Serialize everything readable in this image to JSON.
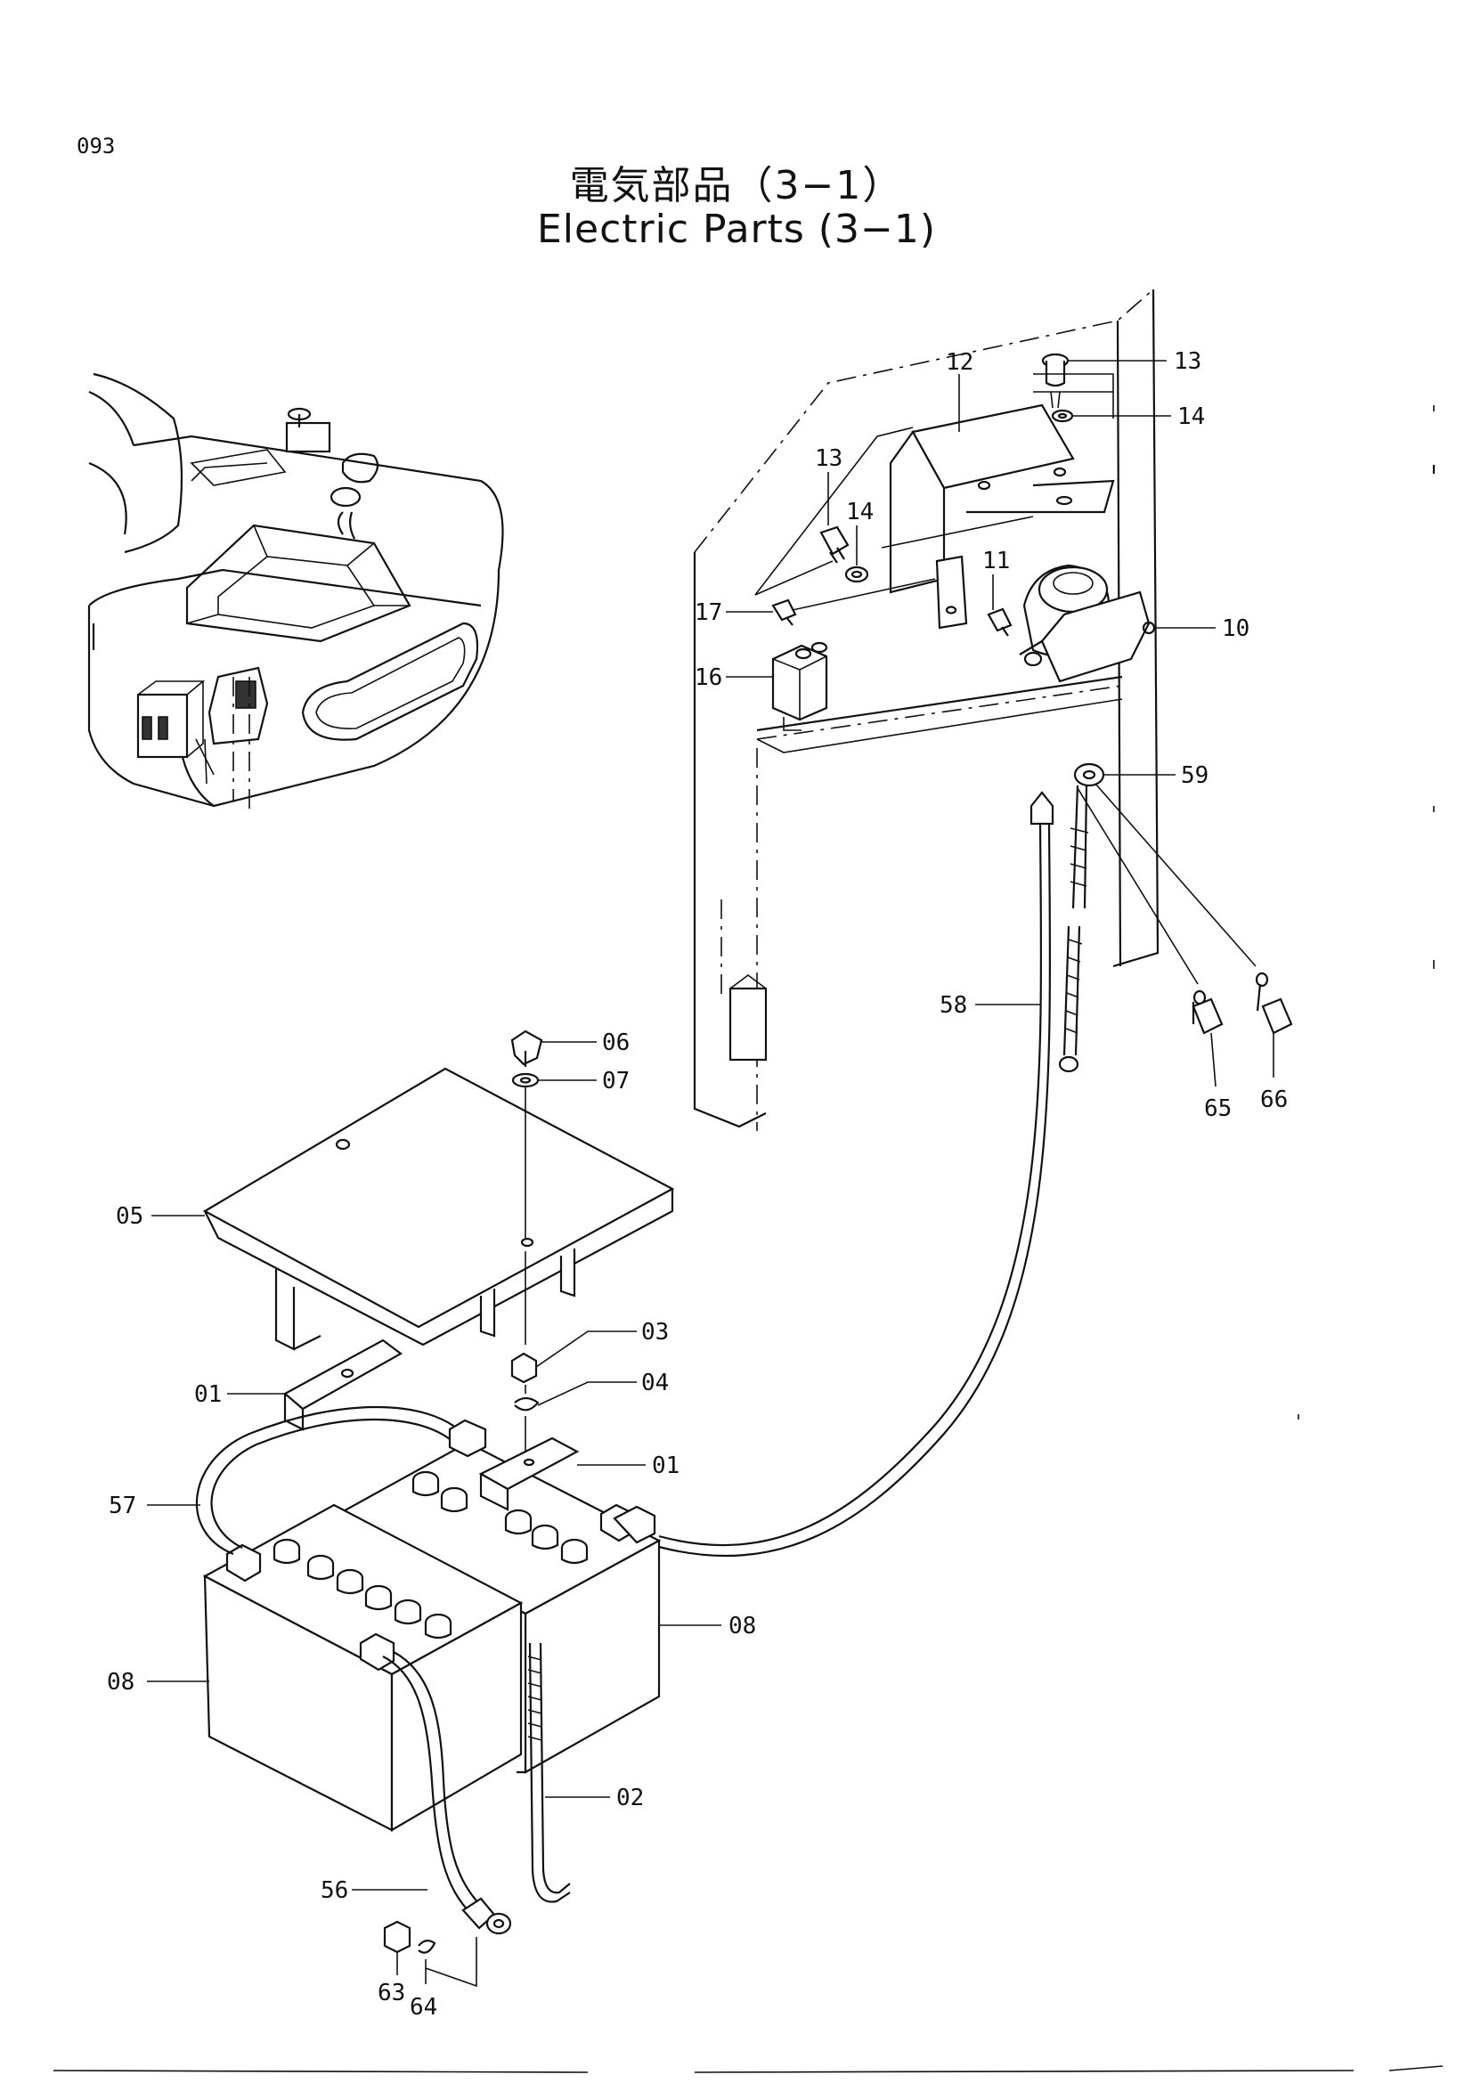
{
  "page_number": "093",
  "title_ja": "電気部品（3−1）",
  "title_en": "Electric Parts (3−1)",
  "callouts": [
    {
      "id": "13a",
      "text": "13"
    },
    {
      "id": "14a",
      "text": "14"
    },
    {
      "id": "12",
      "text": "12"
    },
    {
      "id": "13b",
      "text": "13"
    },
    {
      "id": "14b",
      "text": "14"
    },
    {
      "id": "11",
      "text": "11"
    },
    {
      "id": "10",
      "text": "10"
    },
    {
      "id": "17",
      "text": "17"
    },
    {
      "id": "16",
      "text": "16"
    },
    {
      "id": "59",
      "text": "59"
    },
    {
      "id": "58",
      "text": "58"
    },
    {
      "id": "65",
      "text": "65"
    },
    {
      "id": "66",
      "text": "66"
    },
    {
      "id": "06",
      "text": "06"
    },
    {
      "id": "07",
      "text": "07"
    },
    {
      "id": "05",
      "text": "05"
    },
    {
      "id": "03",
      "text": "03"
    },
    {
      "id": "04",
      "text": "04"
    },
    {
      "id": "01a",
      "text": "01"
    },
    {
      "id": "01b",
      "text": "01"
    },
    {
      "id": "57",
      "text": "57"
    },
    {
      "id": "08a",
      "text": "08"
    },
    {
      "id": "08b",
      "text": "08"
    },
    {
      "id": "02",
      "text": "02"
    },
    {
      "id": "56",
      "text": "56"
    },
    {
      "id": "63",
      "text": "63"
    },
    {
      "id": "64",
      "text": "64"
    }
  ]
}
